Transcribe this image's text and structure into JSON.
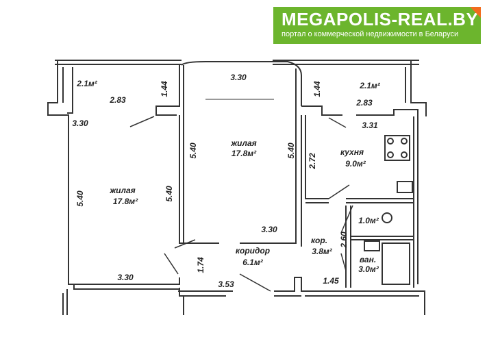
{
  "logo": {
    "title": "MEGAPOLIS-REAL.BY",
    "subtitle": "портал о коммерческой недвижимости в Беларуси",
    "color": "#6cb52d",
    "accent": "#f26b1d"
  },
  "labels": {
    "balcony_left_area": "2.1м²",
    "balcony_left_depth": "1.44",
    "middle_top_width": "3.30",
    "balcony_right_depth": "1.44",
    "balcony_right_area": "2.1м²",
    "balcony_left_width": "2.83",
    "left_top_width": "3.30",
    "balcony_right_width": "2.83",
    "kitchen_top_width": "3.31",
    "middle_room_name": "жилая",
    "middle_room_area": "17.8м²",
    "middle_left_len": "5.40",
    "middle_right_len": "5.40",
    "kitchen_name": "кухня",
    "kitchen_area": "9.0м²",
    "kitchen_len": "2.72",
    "left_room_name": "жилая",
    "left_room_area": "17.8м²",
    "left_outer_len": "5.40",
    "left_inner_len": "5.40",
    "middle_bottom_width": "3.30",
    "wc_area": "1.0м²",
    "hall_small_name": "кор.",
    "hall_small_area": "3.8м²",
    "hall_small_len": "2.60",
    "corridor_name": "коридор",
    "corridor_area": "6.1м²",
    "bath_name": "ван.",
    "bath_area": "3.0м²",
    "corridor_depth": "1.74",
    "left_bottom_width": "3.30",
    "corridor_width": "3.53",
    "hall_width": "1.45"
  }
}
